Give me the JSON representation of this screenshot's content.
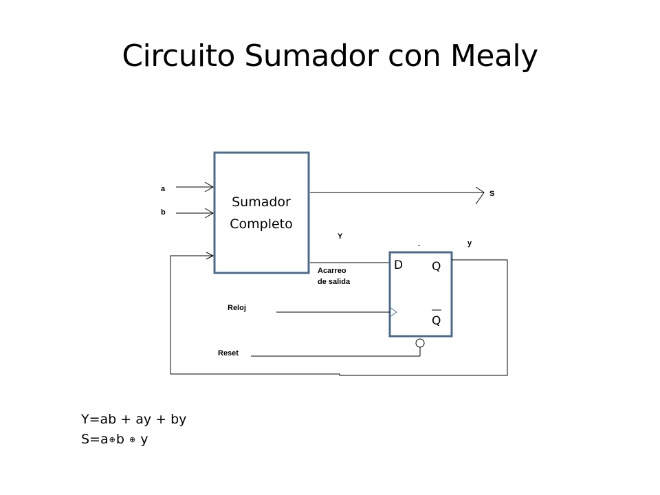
{
  "title": "Circuito Sumador con Mealy",
  "diagram": {
    "adder_label_line1": "Sumador",
    "adder_label_line2": "Completo",
    "input_a": "a",
    "input_b": "b",
    "output_s": "S",
    "carry_Y": "Y",
    "state_y": "y",
    "carry_out_line1": "Acarreo",
    "carry_out_line2": "de salida",
    "clock": "Reloj",
    "reset": "Reset",
    "ff_d": "D",
    "ff_q": "Q",
    "ff_qbar": "Q",
    "dot": "."
  },
  "equations": {
    "eq1": "Y=ab + ay + by",
    "eq2_prefix": "S=a",
    "eq2_b": "b",
    "eq2_y": "y",
    "xor_symbol": "⊕"
  },
  "colors": {
    "block_border": "#4a6b8f",
    "wire": "#000000"
  }
}
